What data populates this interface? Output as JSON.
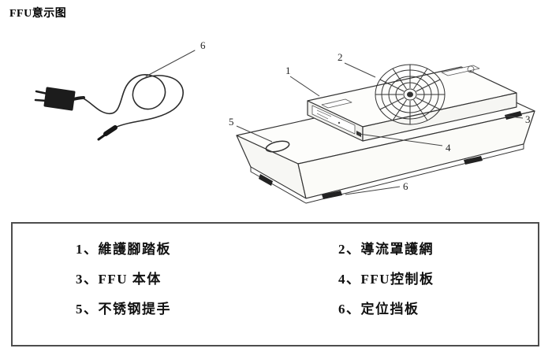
{
  "page": {
    "title": "FFU意示图"
  },
  "diagram": {
    "callouts": {
      "cord": "6",
      "n1": "1",
      "n2": "2",
      "n3": "3",
      "n4": "4",
      "n5": "5",
      "n6": "6"
    }
  },
  "legend": {
    "items": [
      "1、維護腳踏板",
      "2、導流罩護網",
      "3、FFU 本体",
      "4、FFU控制板",
      "5、不锈钢提手",
      "6、定位挡板"
    ]
  }
}
